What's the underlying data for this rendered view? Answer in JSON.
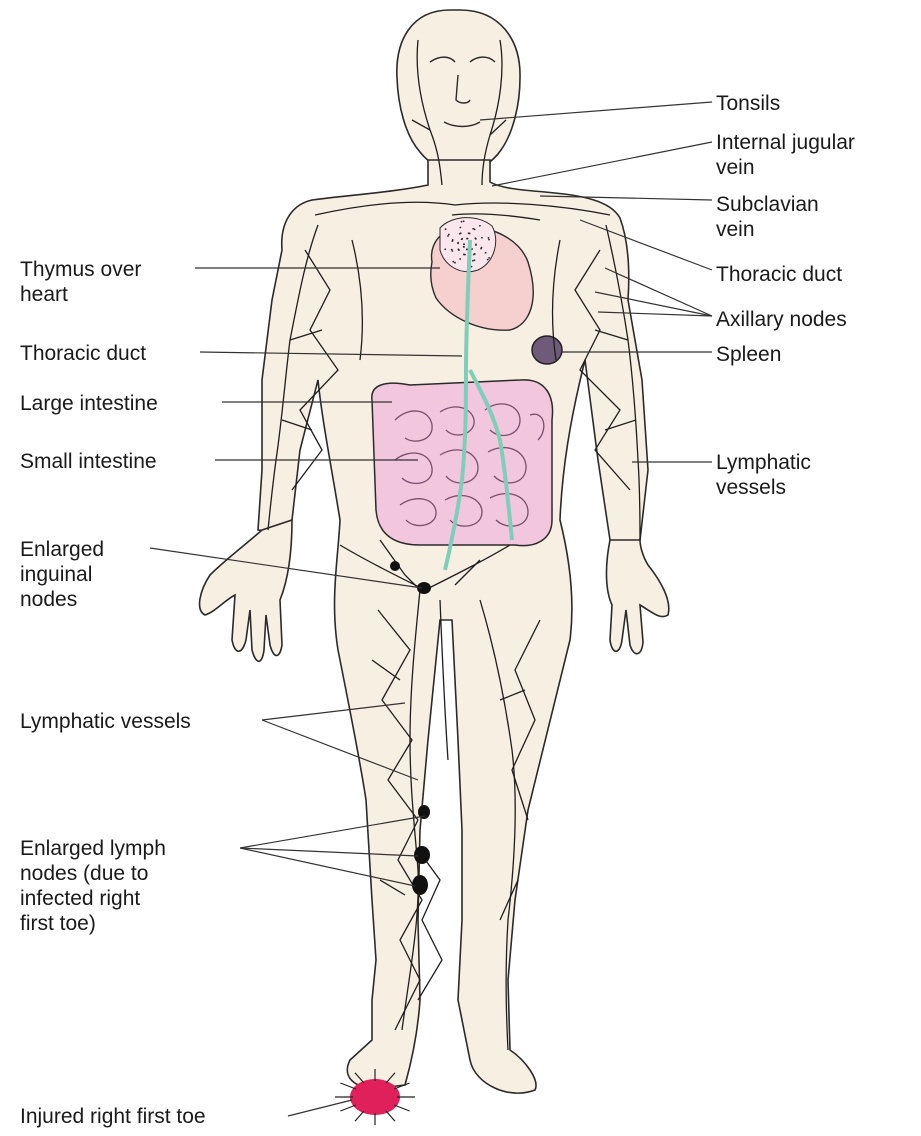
{
  "colors": {
    "skin": "#f8efe3",
    "outline": "#2a2a2a",
    "vessel": "#1e1e1e",
    "organ": "#f2c6dd",
    "heart": "#f6cfcf",
    "thoracic_duct": "#7fcfb8",
    "spleen": "#6f5a7a",
    "node": "#111111",
    "injury": "#e0205a"
  },
  "labels": {
    "tonsils": [
      "Tonsils"
    ],
    "internal_jugular_vein": [
      "Internal jugular",
      "vein"
    ],
    "subclavian_vein": [
      "Subclavian",
      "vein"
    ],
    "thoracic_duct_right": [
      "Thoracic duct"
    ],
    "axillary_nodes": [
      "Axillary nodes"
    ],
    "spleen": [
      "Spleen"
    ],
    "lymphatic_vessels_right": [
      "Lymphatic",
      "vessels"
    ],
    "thymus_over_heart": [
      "Thymus over",
      "heart"
    ],
    "thoracic_duct_left": [
      "Thoracic duct"
    ],
    "large_intestine": [
      "Large intestine"
    ],
    "small_intestine": [
      "Small intestine"
    ],
    "enlarged_inguinal_nodes": [
      "Enlarged",
      "inguinal",
      "nodes"
    ],
    "lymphatic_vessels_left": [
      "Lymphatic vessels"
    ],
    "enlarged_lymph_nodes": [
      "Enlarged lymph",
      "nodes (due to",
      "infected right",
      "first toe)"
    ],
    "injured_right_first_toe": [
      "Injured right first toe"
    ]
  }
}
